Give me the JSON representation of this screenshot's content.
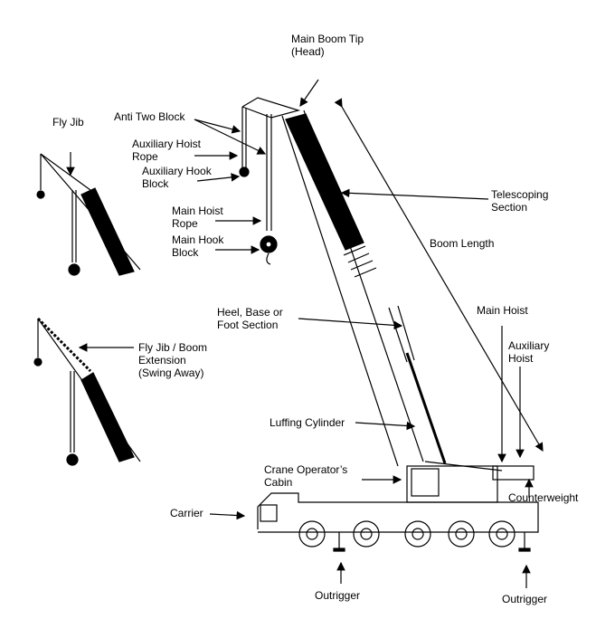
{
  "labels": {
    "main_boom_tip": "Main Boom Tip\n(Head)",
    "anti_two_block": "Anti Two Block",
    "aux_hoist_rope": "Auxiliary Hoist\nRope",
    "aux_hook_block": "Auxiliary Hook\nBlock",
    "main_hoist_rope": "Main Hoist\nRope",
    "main_hook_block": "Main Hook\nBlock",
    "fly_jib": "Fly Jib",
    "telescoping_section": "Telescoping\nSection",
    "boom_length": "Boom Length",
    "heel_section": "Heel, Base or\nFoot Section",
    "main_hoist": "Main Hoist",
    "aux_hoist": "Auxiliary\nHoist",
    "fly_jib_extension": "Fly Jib / Boom\nExtension\n(Swing Away)",
    "luffing_cylinder": "Luffing Cylinder",
    "cabin": "Crane Operator’s\nCabin",
    "counterweight": "Counterweight",
    "carrier": "Carrier",
    "outrigger_left": "Outrigger",
    "outrigger_right": "Outrigger"
  }
}
